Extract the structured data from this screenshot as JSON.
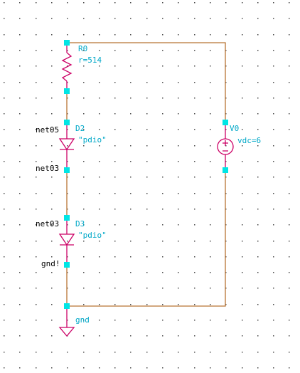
{
  "colors": {
    "background": "#ffffff",
    "grid_dot": "#4a4a4a",
    "wire": "#b87333",
    "component": "#cc0066",
    "pin": "#00e5e5",
    "instance_label": "#00a8c8",
    "net_label": "#000000"
  },
  "components": {
    "r0": {
      "name": "R0",
      "param": "r=514"
    },
    "d2": {
      "name": "D2",
      "param": "\"pdio\""
    },
    "d3": {
      "name": "D3",
      "param": "\"pdio\""
    },
    "v0": {
      "name": "V0",
      "param": "vdc=6"
    },
    "gnd": {
      "name": "gnd"
    }
  },
  "nets": {
    "net05": "net05",
    "net03_mid": "net03",
    "net03_low": "net03",
    "gnd_label": "gnd!"
  }
}
